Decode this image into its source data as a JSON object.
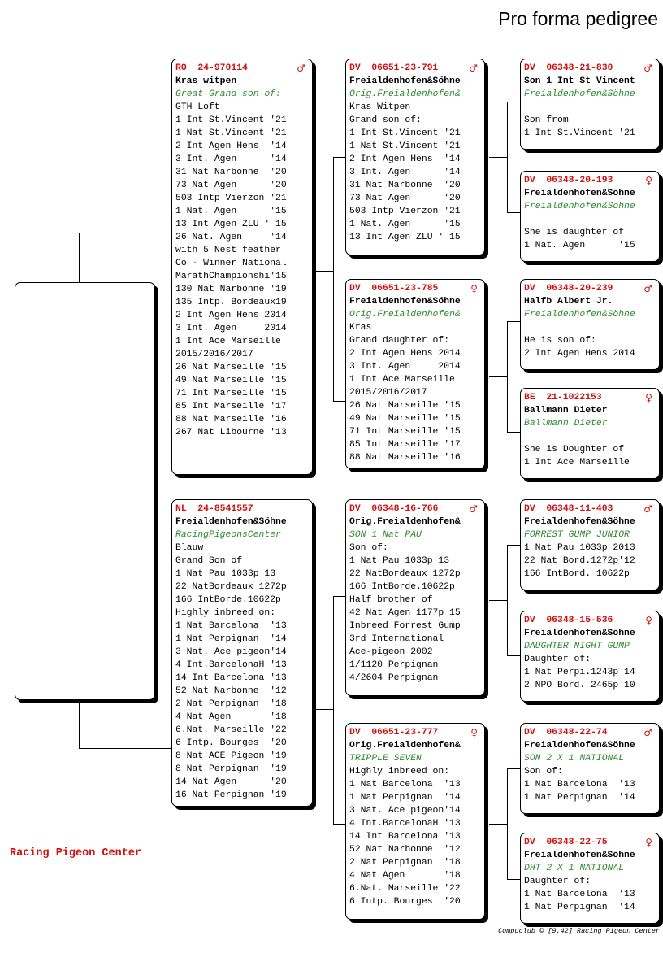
{
  "title": "Pro forma pedigree",
  "center_label": "Racing Pigeon Center",
  "footer": "Compuclub © [9.42]  Racing Pigeon Center",
  "cards": [
    {
      "id": "p1",
      "ring": "RO  24-970114",
      "sex": "♂",
      "name": "Kras witpen",
      "breeder": "Great Grand son of:",
      "lines": [
        "GTH Loft",
        "1 Int St.Vincent '21",
        "1 Nat St.Vincent '21",
        "2 Int Agen Hens  '14",
        "3 Int. Agen      '14",
        "31 Nat Narbonne  '20",
        "73 Nat Agen      '20",
        "503 Intp Vierzon '21",
        "1 Nat. Agen      '15",
        "13 Int Agen ZLU ' 15",
        "26 Nat. Agen     '14",
        "with 5 Nest feather",
        "Co - Winner National",
        "MarathChampionshi'15",
        "130 Nat Narbonne '19",
        "135 Intp. Bordeaux19",
        "2 Int Agen Hens 2014",
        "3 Int. Agen     2014",
        "1 Int Ace Marseille",
        "2015/2016/2017",
        "26 Nat Marseille '15",
        "49 Nat Marseille '15",
        "71 Int Marseille '15",
        "85 Int Marseille '17",
        "88 Nat Marseille '16",
        "267 Nat Libourne '13"
      ]
    },
    {
      "id": "p2",
      "ring": "NL  24-8541557",
      "sex": "",
      "name": "Freialdenhofen&Söhne",
      "breeder": "RacingPigeonsCenter",
      "lines": [
        "Blauw",
        "Grand Son of",
        "1 Nat Pau 1033p 13",
        "22 NatBordeaux 1272p",
        "166 IntBorde.10622p",
        "Highly inbreed on:",
        "1 Nat Barcelona  '13",
        "1 Nat Perpignan  '14",
        "3 Nat. Ace pigeon'14",
        "4 Int.BarcelonaH '13",
        "14 Int Barcelona '13",
        "52 Nat Narbonne  '12",
        "2 Nat Perpignan  '18",
        "4 Nat Agen       '18",
        "6.Nat. Marseille '22",
        "6 Intp. Bourges  '20",
        "8 Nat ACE Pigeon '19",
        "8 Nat Perpignan  '19",
        "14 Nat Agen      '20",
        "16 Nat Perpignan '19"
      ]
    },
    {
      "id": "gp1",
      "ring": "DV  06651-23-791",
      "sex": "♂",
      "name": "Freialdenhofen&Söhne",
      "breeder": "Orig.Freialdenhofen&",
      "lines": [
        "Kras Witpen",
        "Grand son of:",
        "1 Int St.Vincent '21",
        "1 Nat St.Vincent '21",
        "2 Int Agen Hens  '14",
        "3 Int. Agen      '14",
        "31 Nat Narbonne  '20",
        "73 Nat Agen      '20",
        "503 Intp Vierzon '21",
        "1 Nat. Agen      '15",
        "13 Int Agen ZLU ' 15"
      ]
    },
    {
      "id": "gp2",
      "ring": "DV  06651-23-785",
      "sex": "♀",
      "name": "Freialdenhofen&Söhne",
      "breeder": "Orig.Freialdenhofen&",
      "lines": [
        "Kras",
        "Grand daughter of:",
        "2 Int Agen Hens 2014",
        "3 Int. Agen     2014",
        "1 Int Ace Marseille",
        "2015/2016/2017",
        "26 Nat Marseille '15",
        "49 Nat Marseille '15",
        "71 Int Marseille '15",
        "85 Int Marseille '17",
        "88 Nat Marseille '16"
      ]
    },
    {
      "id": "gp3",
      "ring": "DV  06348-16-766",
      "sex": "♂",
      "name": "Orig.Freialdenhofen&",
      "breeder": "SON 1 Nat PAU",
      "lines": [
        "Son of:",
        "1 Nat Pau 1033p 13",
        "22 NatBordeaux 1272p",
        "166 IntBorde.10622p",
        "Half brother of",
        "42 Nat Agen 1177p 15",
        "Inbreed Forrest Gump",
        "3rd International",
        "Ace-pigeon 2002",
        "1/1120 Perpignan",
        "4/2604 Perpignan"
      ]
    },
    {
      "id": "gp4",
      "ring": "DV  06651-23-777",
      "sex": "♀",
      "name": "Orig.Freialdenhofen&",
      "breeder": "TRIPPLE SEVEN",
      "lines": [
        "Highly inbreed on:",
        "1 Nat Barcelona  '13",
        "1 Nat Perpignan  '14",
        "3 Nat. Ace pigeon'14",
        "4 Int.BarcelonaH '13",
        "14 Int Barcelona '13",
        "52 Nat Narbonne  '12",
        "2 Nat Perpignan  '18",
        "4 Nat Agen       '18",
        "6.Nat. Marseille '22",
        "6 Intp. Bourges  '20"
      ]
    },
    {
      "id": "ggp1",
      "ring": "DV  06348-21-830",
      "sex": "♂",
      "name": "Son 1 Int St Vincent",
      "breeder": "Freialdenhofen&Söhne",
      "lines": [
        "",
        "Son from",
        "1 Int St.Vincent '21"
      ]
    },
    {
      "id": "ggp2",
      "ring": "DV  06348-20-193",
      "sex": "♀",
      "name": "Freialdenhofen&Söhne",
      "breeder": "Freialdenhofen&Söhne",
      "lines": [
        "",
        "She is daughter of",
        "1 Nat. Agen      '15"
      ]
    },
    {
      "id": "ggp3",
      "ring": "DV  06348-20-239",
      "sex": "♂",
      "name": "Halfb Albert Jr.",
      "breeder": "Freialdenhofen&Söhne",
      "lines": [
        "",
        "He is son of:",
        "2 Int Agen Hens 2014"
      ]
    },
    {
      "id": "ggp4",
      "ring": "BE  21-1022153",
      "sex": "♀",
      "name": "Ballmann Dieter",
      "breeder": "Ballmann Dieter",
      "lines": [
        "",
        "She is Doughter of",
        "1 Int Ace Marseille"
      ]
    },
    {
      "id": "ggp5",
      "ring": "DV  06348-11-403",
      "sex": "♂",
      "name": "Freialdenhofen&Söhne",
      "breeder": "FORREST GUMP JUNIOR",
      "lines": [
        "1 Nat Pau 1033p 2013",
        "22 Nat Bord.1272p'12",
        "166 IntBord. 10622p"
      ]
    },
    {
      "id": "ggp6",
      "ring": "DV  06348-15-536",
      "sex": "♀",
      "name": "Freialdenhofen&Söhne",
      "breeder": "DAUGHTER NIGHT GUMP",
      "lines": [
        "Daughter of:",
        "1 Nat Perpi.1243p 14",
        "2 NPO Bord. 2465p 10"
      ]
    },
    {
      "id": "ggp7",
      "ring": "DV  06348-22-74",
      "sex": "♂",
      "name": "Freialdenhofen&Söhne",
      "breeder": "SON 2 X 1 NATIONAL",
      "lines": [
        "Son of:",
        "1 Nat Barcelona  '13",
        "1 Nat Perpignan  '14"
      ]
    },
    {
      "id": "ggp8",
      "ring": "DV  06348-22-75",
      "sex": "♀",
      "name": "Freialdenhofen&Söhne",
      "breeder": "DHT 2 X 1 NATIONAL",
      "lines": [
        "Daughter of:",
        "1 Nat Barcelona  '13",
        "1 Nat Perpignan  '14"
      ]
    }
  ]
}
